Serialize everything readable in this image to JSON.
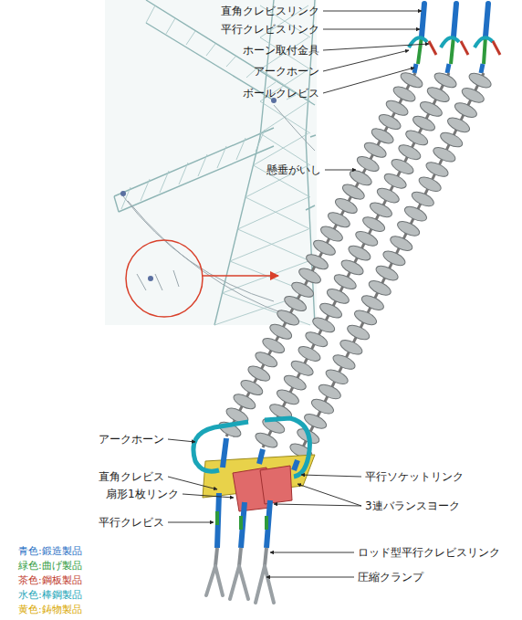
{
  "diagram": {
    "labels": [
      "直角クレビスリンク",
      "平行クレビスリンク",
      "ホーン取付金具",
      "アークホーン",
      "ボールクレビス",
      "懸垂がいし",
      "アークホーン",
      "直角クレビス",
      "扇形1枚リンク",
      "平行クレビス",
      "平行ソケットリンク",
      "3連バランスヨーク",
      "ロッド型平行クレビスリンク",
      "圧縮クランプ"
    ],
    "legend": [
      {
        "text": "青色:鍛造製品",
        "color": "#1f6fc4"
      },
      {
        "text": "緑色:曲げ製品",
        "color": "#2e9a3c"
      },
      {
        "text": "茶色:鋼板製品",
        "color": "#c0392b"
      },
      {
        "text": "水色:棒鋼製品",
        "color": "#1aa5b8"
      },
      {
        "text": "黄色:鋳物製品",
        "color": "#d9a800"
      }
    ]
  }
}
